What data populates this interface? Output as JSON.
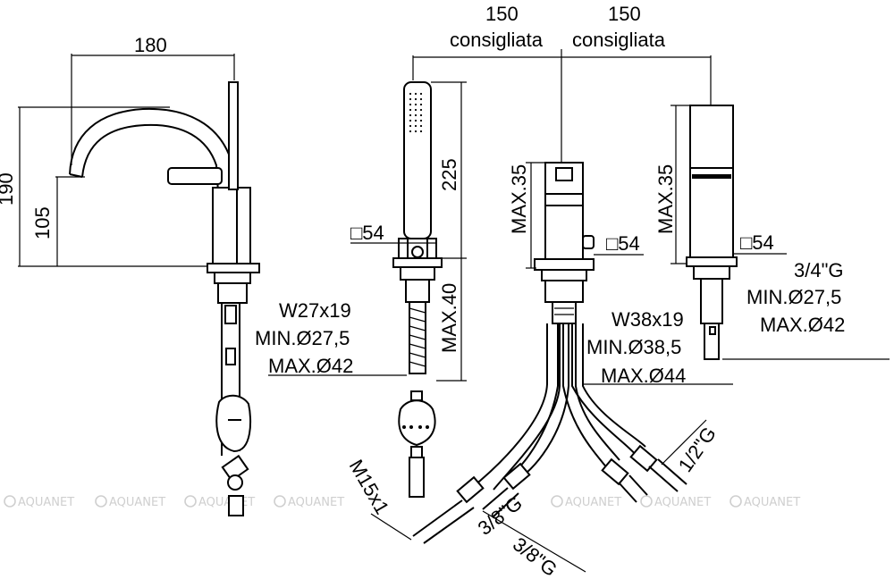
{
  "dims": {
    "width_top": "180",
    "height_total": "190",
    "height_spout": "105",
    "mixer_spacing_1": "150",
    "mixer_spacing_1_note": "consigliata",
    "mixer_spacing_2": "150",
    "mixer_spacing_2_note": "consigliata",
    "handshower_length": "225",
    "square_hand": "□54",
    "square_mixer": "□54",
    "square_diverter": "□54",
    "max_mixer": "MAX.35",
    "max_diverter": "MAX.35",
    "max_hand_deck": "MAX.40"
  },
  "specs": {
    "spout": [
      "W27x19",
      "MIN.Ø27,5",
      "MAX.Ø42"
    ],
    "mixer": [
      "W38x19",
      "MIN.Ø38,5",
      "MAX.Ø44"
    ],
    "diverter": [
      "3/4\"G",
      "MIN.Ø27,5",
      "MAX.Ø42"
    ]
  },
  "hoses": {
    "shower": "M15x1",
    "cold": "3/8\"G",
    "hot": "3/8\"G",
    "outlet": "1/2\"G"
  },
  "watermark": {
    "text": "AQUANET",
    "count": 7
  },
  "colors": {
    "line": "#000000",
    "watermark": "#cfcfcf"
  }
}
